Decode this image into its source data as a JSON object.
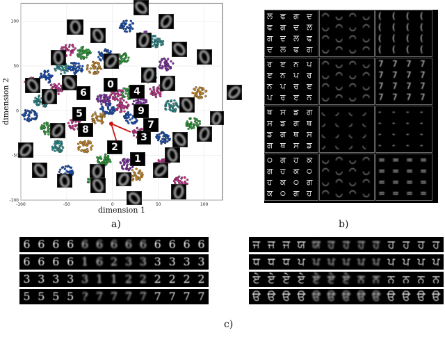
{
  "figure_labels": {
    "a": "a)",
    "b": "b)",
    "c": "c)"
  },
  "chart_data": {
    "type": "scatter",
    "xlabel": "dimension 1",
    "ylabel": "dimension 2",
    "xlim": [
      -100,
      120
    ],
    "ylim": [
      -100,
      120
    ],
    "xticks": [
      "-100",
      "-50",
      "0",
      "50",
      "100"
    ],
    "yticks": [
      "-100",
      "-50",
      "0",
      "50",
      "100"
    ],
    "grid": true,
    "clusters": [
      {
        "x": 15,
        "y": 95,
        "color": "#1a4fb0"
      },
      {
        "x": 48,
        "y": 78,
        "color": "#2a8a8a"
      },
      {
        "x": 35,
        "y": 82,
        "color": "#7b2fa0"
      },
      {
        "x": -8,
        "y": 62,
        "color": "#1a4fb0"
      },
      {
        "x": -48,
        "y": 68,
        "color": "#c2368a"
      },
      {
        "x": -32,
        "y": 65,
        "color": "#2e9a3a"
      },
      {
        "x": 10,
        "y": 58,
        "color": "#2e9a3a"
      },
      {
        "x": 58,
        "y": 52,
        "color": "#7b2fa0"
      },
      {
        "x": -55,
        "y": 48,
        "color": "#2a8a8a"
      },
      {
        "x": -40,
        "y": 48,
        "color": "#1a4fb0"
      },
      {
        "x": -20,
        "y": 48,
        "color": "#c78a2a"
      },
      {
        "x": 40,
        "y": 38,
        "color": "#2e9a3a"
      },
      {
        "x": -72,
        "y": 38,
        "color": "#1a4fb0"
      },
      {
        "x": -88,
        "y": 30,
        "color": "#c2368a"
      },
      {
        "x": -62,
        "y": 25,
        "color": "#c2368a"
      },
      {
        "x": 48,
        "y": 22,
        "color": "#c2368a"
      },
      {
        "x": -78,
        "y": 10,
        "color": "#2a8a8a"
      },
      {
        "x": -10,
        "y": 12,
        "color": "#7b2fa0"
      },
      {
        "x": 5,
        "y": 18,
        "color": "#c2368a"
      },
      {
        "x": 18,
        "y": 20,
        "color": "#2e9a3a"
      },
      {
        "x": 95,
        "y": 20,
        "color": "#c78a2a"
      },
      {
        "x": -5,
        "y": 2,
        "color": "#1a4fb0"
      },
      {
        "x": 10,
        "y": 5,
        "color": "#c2368a"
      },
      {
        "x": 30,
        "y": 8,
        "color": "#7b2fa0"
      },
      {
        "x": 65,
        "y": 5,
        "color": "#2a8a8a"
      },
      {
        "x": -90,
        "y": -5,
        "color": "#1a4fb0"
      },
      {
        "x": -70,
        "y": -20,
        "color": "#2e9a3a"
      },
      {
        "x": -15,
        "y": -8,
        "color": "#c78a2a"
      },
      {
        "x": 20,
        "y": -8,
        "color": "#1a4fb0"
      },
      {
        "x": 88,
        "y": -15,
        "color": "#2e9a3a"
      },
      {
        "x": -40,
        "y": -15,
        "color": "#c2368a"
      },
      {
        "x": -60,
        "y": -40,
        "color": "#2a8a8a"
      },
      {
        "x": -30,
        "y": -40,
        "color": "#c78a2a"
      },
      {
        "x": 30,
        "y": -25,
        "color": "#c2368a"
      },
      {
        "x": 55,
        "y": -30,
        "color": "#1a4fb0"
      },
      {
        "x": -10,
        "y": -55,
        "color": "#2e9a3a"
      },
      {
        "x": 15,
        "y": -60,
        "color": "#7b2fa0"
      },
      {
        "x": 55,
        "y": -60,
        "color": "#c2368a"
      },
      {
        "x": -50,
        "y": -68,
        "color": "#1a4fb0"
      },
      {
        "x": 25,
        "y": -72,
        "color": "#c78a2a"
      },
      {
        "x": 75,
        "y": -80,
        "color": "#c2368a"
      },
      {
        "x": -20,
        "y": -78,
        "color": "#2e9a3a"
      }
    ],
    "annotations": [
      "6",
      "0",
      "4",
      "5",
      "9",
      "7",
      "8",
      "3",
      "2",
      "1"
    ]
  },
  "scatter_thumbs": [
    {
      "label": "",
      "x": 192,
      "y": 0,
      "w": 20,
      "h": 20
    },
    {
      "label": "",
      "x": 96,
      "y": 28,
      "w": 22,
      "h": 20
    },
    {
      "label": "",
      "x": 228,
      "y": 20,
      "w": 20,
      "h": 20
    },
    {
      "label": "",
      "x": 130,
      "y": 40,
      "w": 20,
      "h": 20
    },
    {
      "label": "",
      "x": 196,
      "y": 47,
      "w": 20,
      "h": 20
    },
    {
      "label": "",
      "x": 247,
      "y": 60,
      "w": 20,
      "h": 20
    },
    {
      "label": "",
      "x": 73,
      "y": 72,
      "w": 20,
      "h": 20
    },
    {
      "label": "",
      "x": 149,
      "y": 77,
      "w": 20,
      "h": 20
    },
    {
      "label": "",
      "x": 283,
      "y": 71,
      "w": 20,
      "h": 20
    },
    {
      "label": "",
      "x": 203,
      "y": 97,
      "w": 20,
      "h": 20
    },
    {
      "label": "",
      "x": 89,
      "y": 108,
      "w": 20,
      "h": 20
    },
    {
      "label": "0",
      "x": 149,
      "y": 112,
      "w": 18,
      "h": 18
    },
    {
      "label": "6",
      "x": 110,
      "y": 124,
      "w": 18,
      "h": 18
    },
    {
      "label": "4",
      "x": 186,
      "y": 122,
      "w": 20,
      "h": 18
    },
    {
      "label": "",
      "x": 230,
      "y": 109,
      "w": 20,
      "h": 20
    },
    {
      "label": "",
      "x": 36,
      "y": 112,
      "w": 20,
      "h": 20
    },
    {
      "label": "",
      "x": 60,
      "y": 128,
      "w": 20,
      "h": 20
    },
    {
      "label": "",
      "x": 326,
      "y": 122,
      "w": 20,
      "h": 20
    },
    {
      "label": "5",
      "x": 104,
      "y": 154,
      "w": 18,
      "h": 18
    },
    {
      "label": "9",
      "x": 192,
      "y": 150,
      "w": 20,
      "h": 18
    },
    {
      "label": "",
      "x": 258,
      "y": 140,
      "w": 20,
      "h": 20
    },
    {
      "label": "",
      "x": 302,
      "y": 160,
      "w": 18,
      "h": 18
    },
    {
      "label": "7",
      "x": 206,
      "y": 170,
      "w": 20,
      "h": 18
    },
    {
      "label": "8",
      "x": 112,
      "y": 177,
      "w": 20,
      "h": 18
    },
    {
      "label": "",
      "x": 72,
      "y": 177,
      "w": 20,
      "h": 20
    },
    {
      "label": "3",
      "x": 197,
      "y": 188,
      "w": 18,
      "h": 18
    },
    {
      "label": "",
      "x": 283,
      "y": 182,
      "w": 20,
      "h": 20
    },
    {
      "label": "",
      "x": 248,
      "y": 190,
      "w": 20,
      "h": 20
    },
    {
      "label": "2",
      "x": 154,
      "y": 202,
      "w": 20,
      "h": 18
    },
    {
      "label": "",
      "x": 26,
      "y": 205,
      "w": 20,
      "h": 20
    },
    {
      "label": "",
      "x": 237,
      "y": 212,
      "w": 20,
      "h": 20
    },
    {
      "label": "1",
      "x": 187,
      "y": 219,
      "w": 20,
      "h": 18
    },
    {
      "label": "",
      "x": 46,
      "y": 234,
      "w": 20,
      "h": 20
    },
    {
      "label": "",
      "x": 129,
      "y": 236,
      "w": 20,
      "h": 18
    },
    {
      "label": "",
      "x": 220,
      "y": 234,
      "w": 20,
      "h": 20
    },
    {
      "label": "",
      "x": 82,
      "y": 250,
      "w": 20,
      "h": 18
    },
    {
      "label": "",
      "x": 167,
      "y": 248,
      "w": 20,
      "h": 18
    },
    {
      "label": "",
      "x": 130,
      "y": 256,
      "w": 20,
      "h": 20
    },
    {
      "label": "",
      "x": 246,
      "y": 265,
      "w": 20,
      "h": 20
    },
    {
      "label": "",
      "x": 182,
      "y": 275,
      "w": 20,
      "h": 18
    }
  ],
  "panel_b": {
    "rows": 4,
    "cols": 3,
    "glyphs": [
      [
        "ਲ ਫ ਗ ਦ",
        "◠ ◡ ◠ ◡",
        "( ( ( ("
      ],
      [
        "ਰ ੲ ਨ ਪ",
        "◠ ◡ ◠ ◡",
        "7 7 7 7"
      ],
      [
        "ਥ ਸ ਡ ਗ",
        "◟ ◞ ◟ ◞",
        "- - - -"
      ],
      [
        "੦ ਗ ਹ ਕ",
        "◡ ◠ ◡ ◠",
        "= = = ="
      ]
    ]
  },
  "panel_c": {
    "left_rows": [
      [
        "6",
        "6",
        "6",
        "6",
        "6",
        "6",
        "6",
        "6",
        "6",
        "6",
        "6",
        "6",
        "6"
      ],
      [
        "6",
        "6",
        "6",
        "6",
        "1",
        "6",
        "2",
        "3",
        "3",
        "3",
        "3",
        "3",
        "3"
      ],
      [
        "3",
        "3",
        "3",
        "3",
        "3",
        "1",
        "1",
        "2",
        "2",
        "2",
        "2",
        "2",
        "2"
      ],
      [
        "5",
        "5",
        "5",
        "5",
        "?",
        "7",
        "7",
        "7",
        "7",
        "7",
        "7",
        "7",
        "7"
      ]
    ],
    "right_rows": [
      [
        "ਜ",
        "ਜ",
        "ਜ",
        "ਯ",
        "ਯ",
        "ਹ",
        "ਹ",
        "ਹ",
        "ਹ",
        "ਹ",
        "ਹ",
        "ਹ",
        "ਹ"
      ],
      [
        "ਧ",
        "ਧ",
        "ਧ",
        "ਪ",
        "ਪ",
        "ਪ",
        "ਪ",
        "ਪ",
        "ਪ",
        "ਪ",
        "ਪ",
        "ਪ",
        "ਪ"
      ],
      [
        "ਏ",
        "ਏ",
        "ਏ",
        "ਏ",
        "ਏ",
        "ਏ",
        "ਏ",
        "ਨ",
        "ਨ",
        "ਨ",
        "ਨ",
        "ਨ",
        "ਨ"
      ],
      [
        "ੳ",
        "ੳ",
        "ੳ",
        "ੳ",
        "ੳ",
        "ੳ",
        "ੳ",
        "ੳ",
        "ੳ",
        "ੳ",
        "ੳ",
        "ੳ",
        "ੳ"
      ]
    ]
  }
}
